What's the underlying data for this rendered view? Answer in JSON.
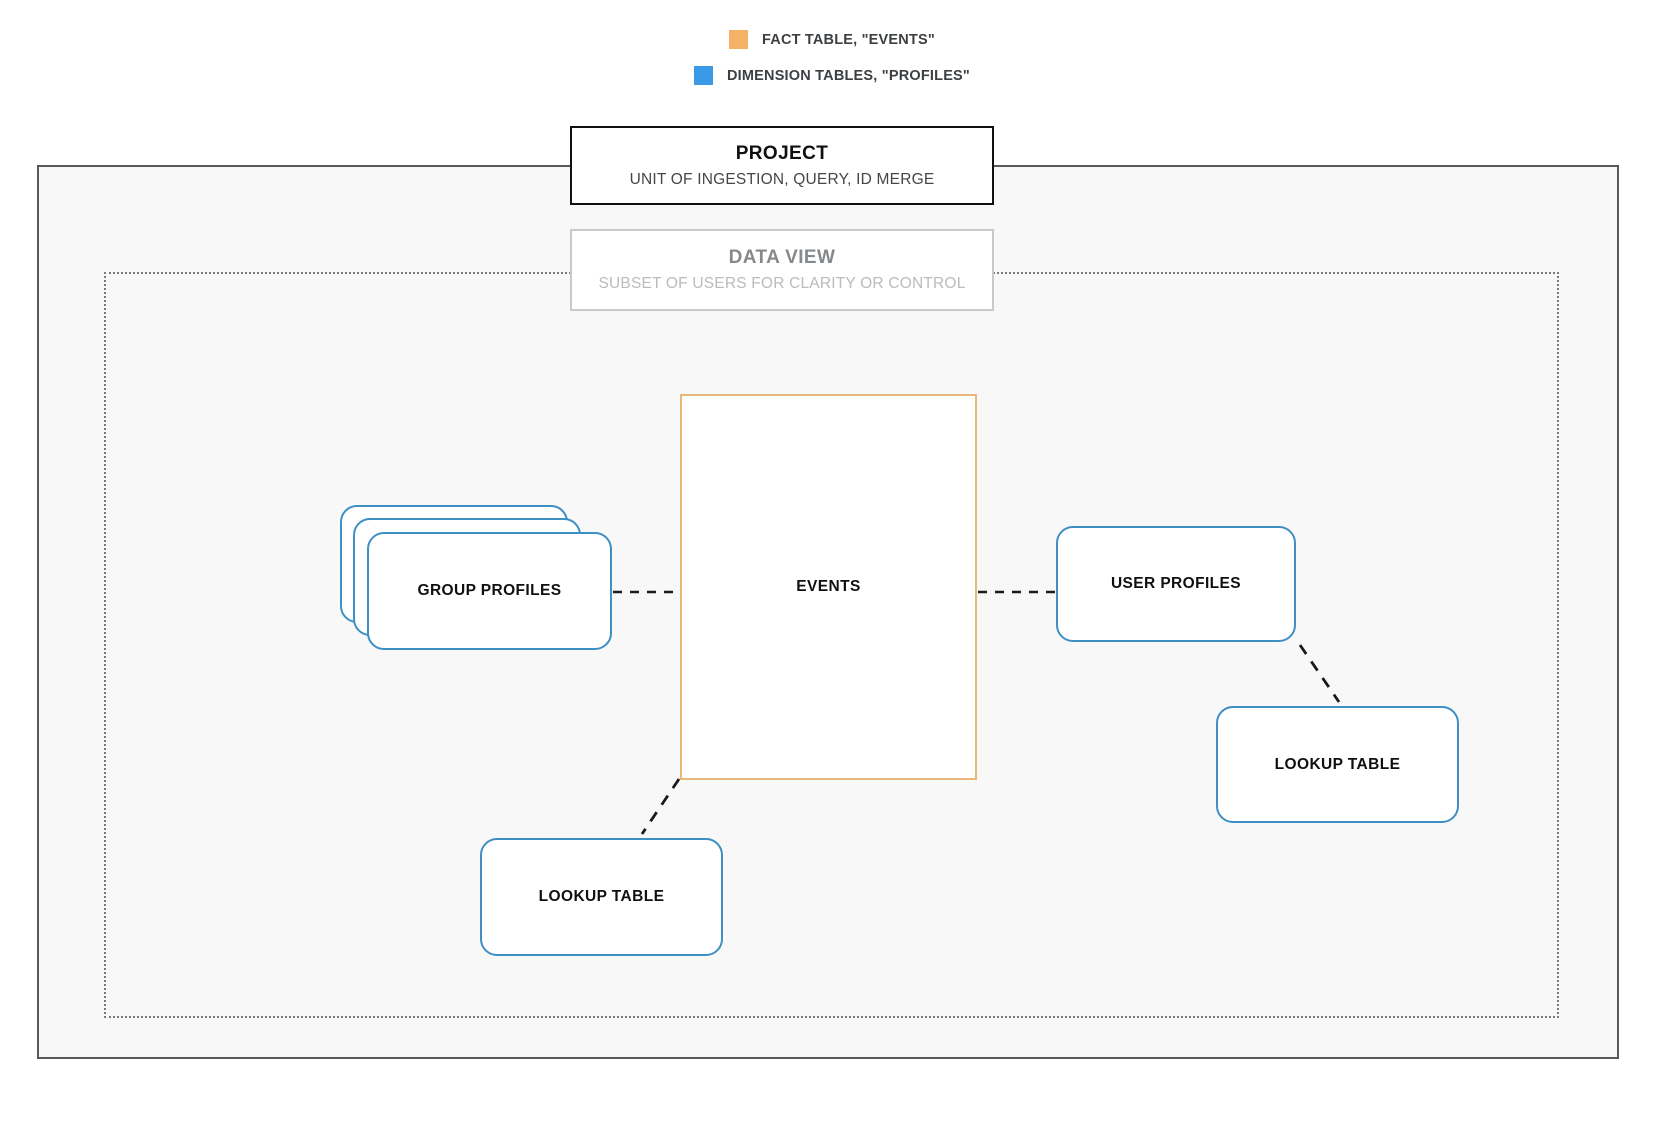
{
  "legend": {
    "items": [
      {
        "label": "FACT TABLE, \"EVENTS\"",
        "color": "#f5b266",
        "icon": "orange-square-swatch"
      },
      {
        "label": "DIMENSION TABLES, \"PROFILES\"",
        "color": "#3b9ae8",
        "icon": "blue-square-swatch"
      }
    ]
  },
  "project": {
    "title": "PROJECT",
    "subtitle": "UNIT OF INGESTION, QUERY, ID MERGE"
  },
  "data_view": {
    "title": "DATA VIEW",
    "subtitle": "SUBSET OF USERS FOR CLARITY OR CONTROL"
  },
  "nodes": {
    "events": {
      "label": "EVENTS",
      "color": "#e8b878"
    },
    "group_profiles": {
      "label": "GROUP PROFILES",
      "color": "#3d8fc4"
    },
    "user_profiles": {
      "label": "USER PROFILES",
      "color": "#3d8fc4"
    },
    "lookup_table_left": {
      "label": "LOOKUP TABLE",
      "color": "#3d8fc4"
    },
    "lookup_table_right": {
      "label": "LOOKUP TABLE",
      "color": "#3d8fc4"
    }
  },
  "colors": {
    "fact_accent": "#e8b878",
    "dimension_accent": "#3d8fc4",
    "project_border": "#595959",
    "dataview_border": "#7a7a7a",
    "container_bg": "#f8f8f8",
    "connector": "#1a1a1a"
  }
}
